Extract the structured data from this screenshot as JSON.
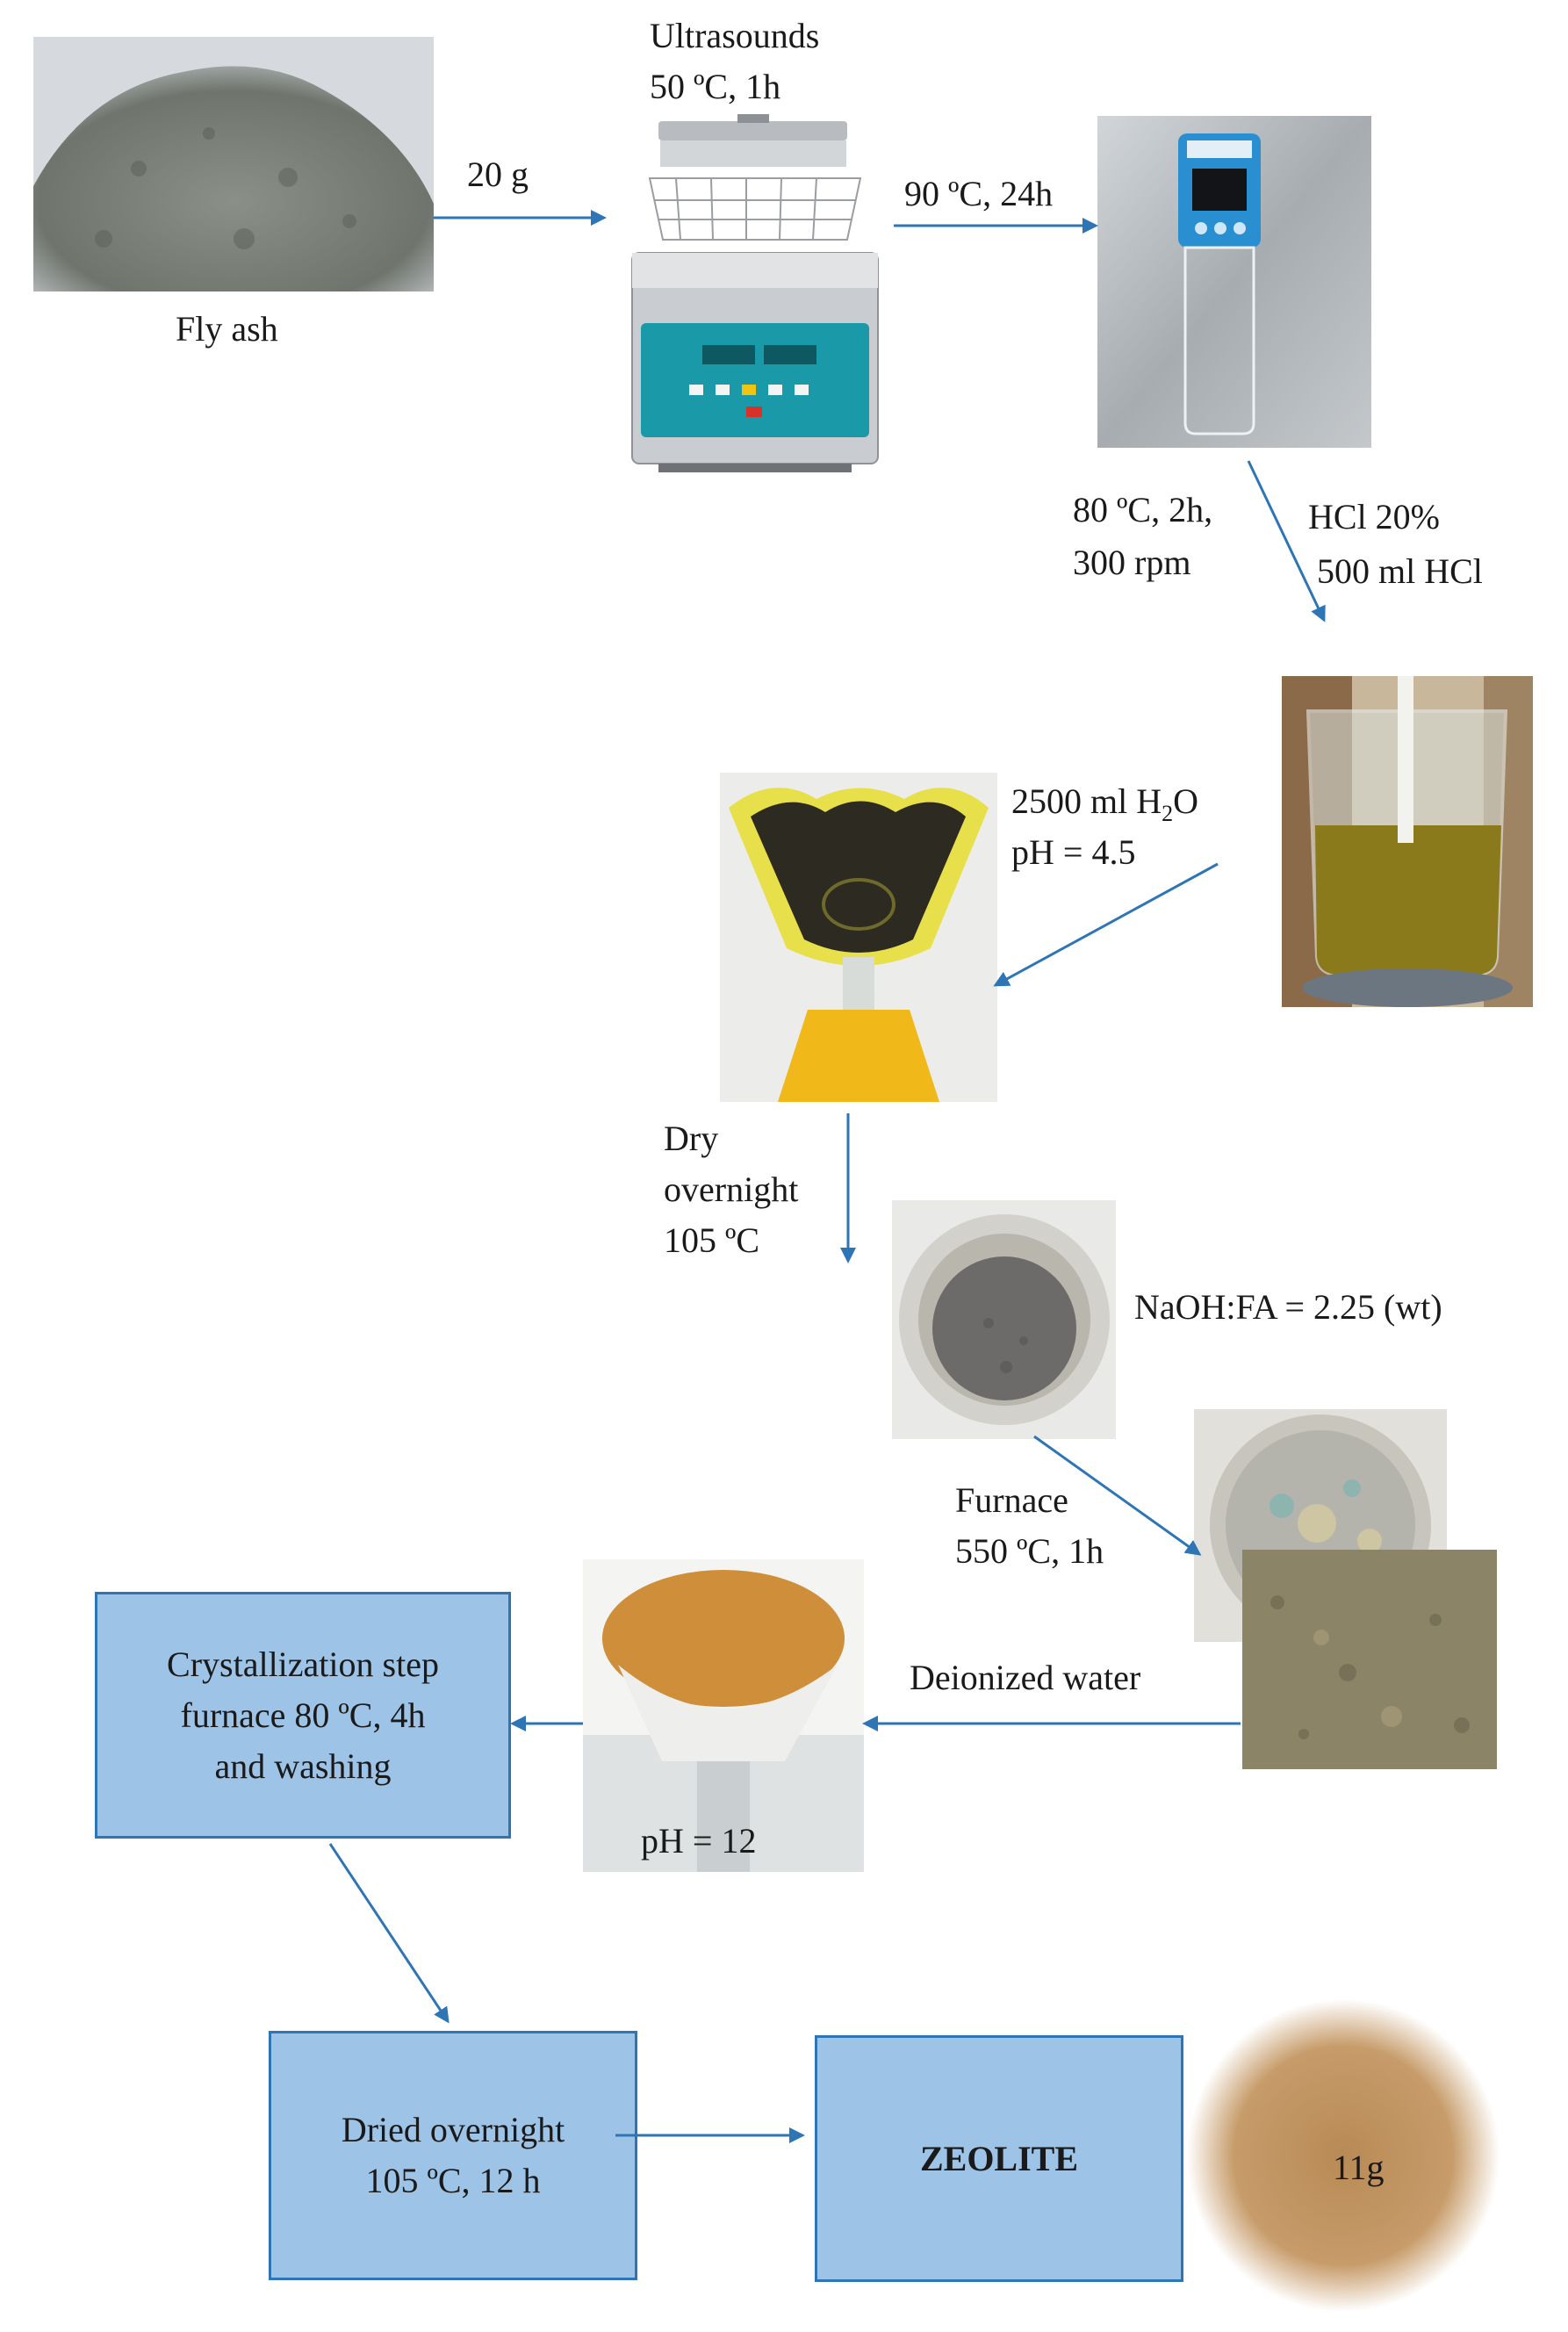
{
  "diagram": {
    "accent_color": "#2e75b6",
    "box_fill": "#9dc3e6",
    "labels": {
      "fly_ash": "Fly ash",
      "mass_in": "20 g",
      "ultrasound_line1": "Ultrasounds",
      "ultrasound_line2": "50 ºC, 1h",
      "heat_step": "90 ºC, 24h",
      "stir_line1": "80 ºC, 2h,",
      "stir_line2": "300 rpm",
      "acid_line1": "HCl 20%",
      "acid_line2": "500 ml HCl",
      "water_line1_main": "2500 ml H",
      "water_line1_sub": "2",
      "water_line1_end": "O",
      "water_line2": "pH = 4.5",
      "dry_line1": "Dry",
      "dry_line2": "overnight",
      "dry_line3": "105 ºC",
      "ratio": "NaOH:FA = 2.25 (wt)",
      "furnace_line1": "Furnace",
      "furnace_line2": "550 ºC, 1h",
      "water_step": "Deionized water",
      "ph_final": "pH = 12",
      "mass_out": "11g"
    },
    "boxes": {
      "crystallization": "Crystallization step\nfurnace 80 ºC, 4h\nand washing",
      "dried": "Dried overnight\n105 ºC, 12 h",
      "zeolite": "ZEOLITE"
    },
    "icons": [
      "fly-ash-photo",
      "ultrasonic-bath-photo",
      "thermostat-photo",
      "acid-beaker-photo",
      "filter-funnel-photo",
      "crucible-photo",
      "fused-sample-photo",
      "slurry-filter-photo",
      "zeolite-powder-photo"
    ]
  }
}
